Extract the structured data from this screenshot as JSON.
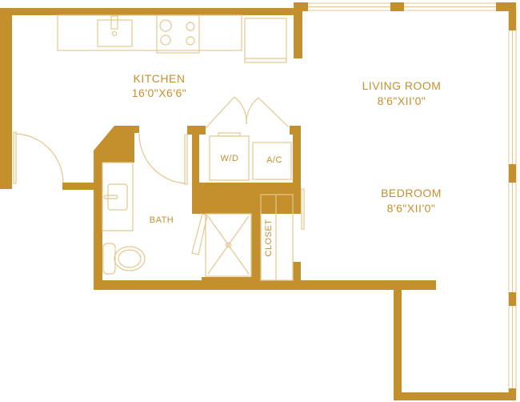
{
  "rooms": {
    "kitchen": {
      "name": "KITCHEN",
      "dims": "16'0\"X6'6\""
    },
    "living_room": {
      "name": "LIVING ROOM",
      "dims": "8'6\"XII'0\""
    },
    "bedroom": {
      "name": "BEDROOM",
      "dims": "8'6\"XII'0\""
    },
    "bath": {
      "name": "BATH"
    },
    "closet": {
      "name": "CLOSET"
    }
  },
  "fixtures": {
    "washer_dryer": "W/D",
    "ac": "A/C"
  },
  "colors": {
    "wall": "#c4902e",
    "fixture_line": "#e2c78f"
  }
}
